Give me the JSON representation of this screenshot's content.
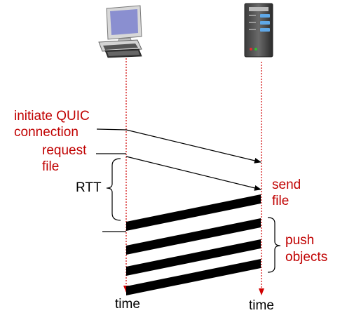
{
  "labels": {
    "initiate_line1": "initiate QUIC",
    "initiate_line2": "connection",
    "request_line1": "request",
    "request_line2": "file",
    "rtt": "RTT",
    "send_line1": "send",
    "send_line2": "file",
    "push_line1": "push",
    "push_line2": "objects",
    "time_client": "time",
    "time_server": "time"
  },
  "colors": {
    "annotation": "#c00000",
    "timeline": "#d00000",
    "arrow": "#000000",
    "monitor_screen": "#8a8fd0",
    "server_led": "#5fa8e8"
  },
  "icons": {
    "client": "desktop-computer-icon",
    "server": "server-tower-icon"
  }
}
